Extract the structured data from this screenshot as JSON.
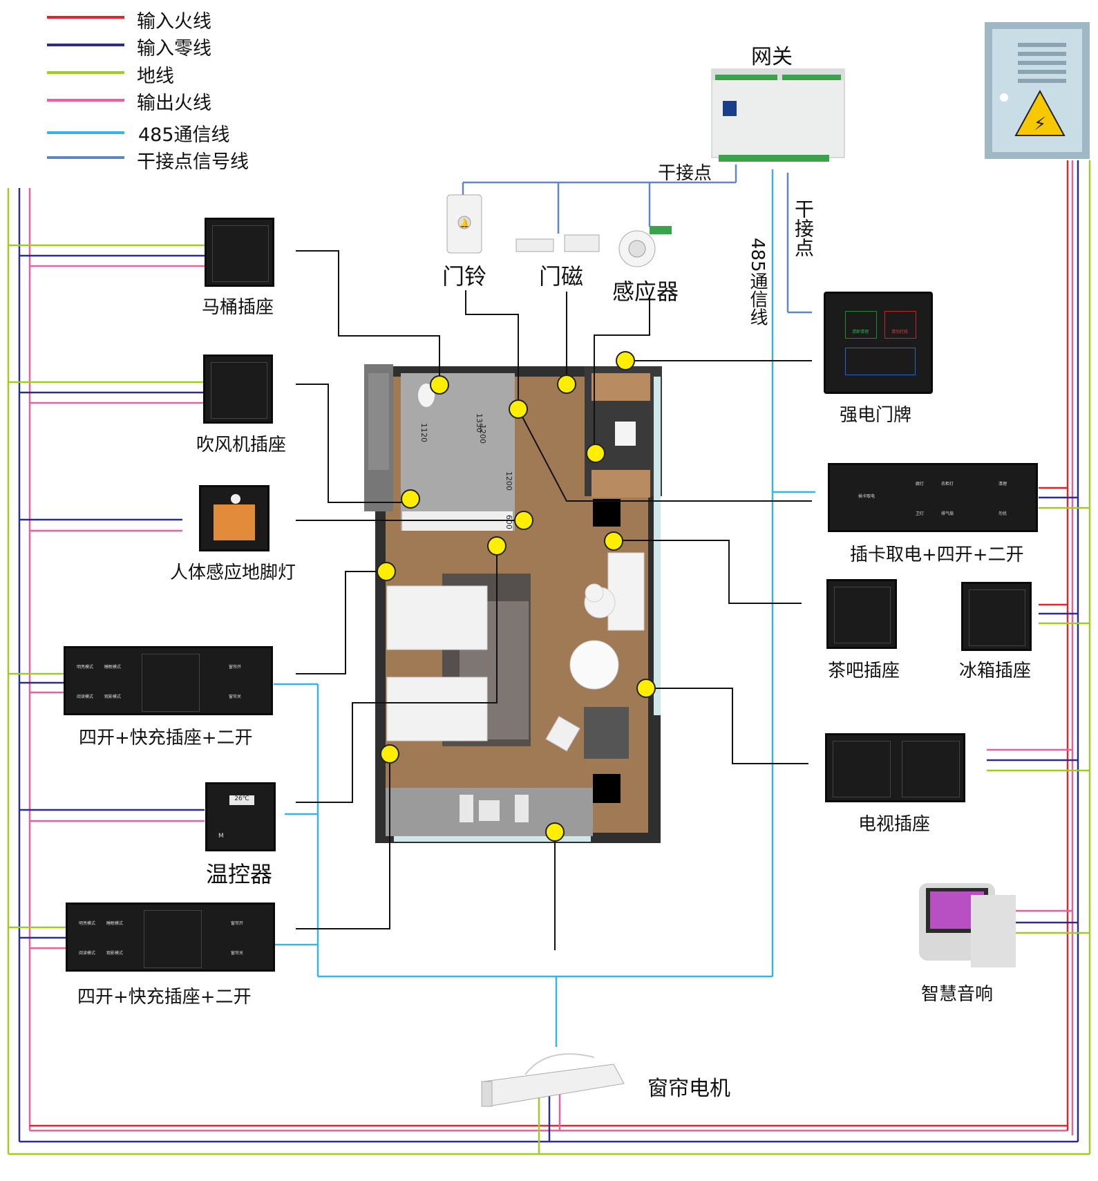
{
  "legend": [
    {
      "label": "输入火线",
      "color": "#e8202a"
    },
    {
      "label": "输入零线",
      "color": "#2b2c8c"
    },
    {
      "label": "地线",
      "color": "#9fcc1f"
    },
    {
      "label": "输出火线",
      "color": "#ea5fa0"
    },
    {
      "label": "485通信线",
      "color": "#36b4e8"
    },
    {
      "label": "干接点信号线",
      "color": "#5e86c5"
    }
  ],
  "gateway": {
    "title": "网关"
  },
  "labels": {
    "dry_contact_top": "干接点",
    "dry_contact_side": "干接点",
    "rs485_line": "485通信线",
    "doorbell": "门铃",
    "door_sensor": "门磁",
    "sensor": "感应器",
    "toilet_socket": "马桶插座",
    "hairdryer_socket": "吹风机插座",
    "floor_light": "人体感应地脚灯",
    "panel_left_top": "四开+快充插座+二开",
    "thermostat": "温控器",
    "panel_left_bottom": "四开+快充插座+二开",
    "doorplate": "强电门牌",
    "card_panel": "插卡取电+四开+二开",
    "tea_socket": "茶吧插座",
    "fridge_socket": "冰箱插座",
    "tv_socket": "电视插座",
    "smart_speaker": "智慧音响",
    "curtain_motor": "窗帘电机"
  },
  "panel_text": {
    "scene_bright": "明亮模式",
    "scene_sleep": "睡眠模式",
    "scene_reading": "阅读模式",
    "scene_movie": "观影模式",
    "curtain_open": "窗帘开",
    "curtain_close": "窗帘关",
    "card_insert": "插卡取电",
    "corridor": "廊灯",
    "wardrobe": "衣柜灯",
    "bathroom": "卫灯",
    "fan": "排气扇",
    "clean": "清理",
    "dnd": "勿扰",
    "doorplate_clean": "请即清理",
    "doorplate_dnd": "请勿打扰",
    "thermo_temp": "26℃",
    "thermo_mode": "M"
  },
  "floorplan_dims": [
    "1350",
    "1120",
    "1200",
    "1200",
    "600"
  ],
  "colors": {
    "live_in": "#e8202a",
    "neutral": "#2b2c8c",
    "ground": "#9fcc1f",
    "live_out": "#ea5fa0",
    "rs485": "#36b4e8",
    "dry": "#5e86c5",
    "marker": "#ffee00",
    "wood": "#a07a55",
    "tile": "#b0b0b0"
  }
}
